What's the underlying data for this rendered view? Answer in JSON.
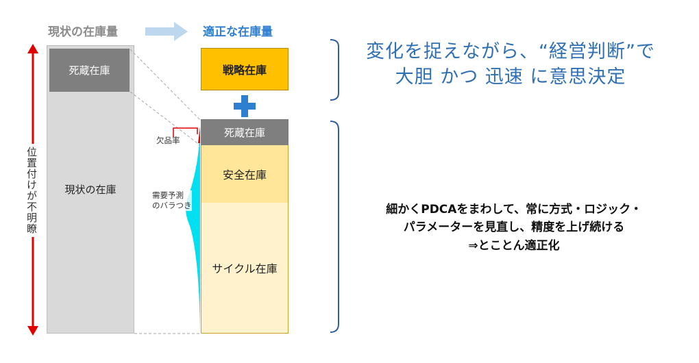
{
  "headers": {
    "current": "現状の在庫量",
    "optimal": "適正な在庫量"
  },
  "left_axis_label": "位置付けが不明瞭",
  "current_column": {
    "dead_stock": "死蔵在庫",
    "current_stock": "現状の在庫"
  },
  "optimal_column": {
    "strategic": "戦略在庫",
    "dead_stock": "死蔵在庫",
    "safety": "安全在庫",
    "cycle": "サイクル在庫"
  },
  "annotations": {
    "stockout_rate": "欠品率",
    "demand_variation_line1": "需要予測",
    "demand_variation_line2": "のバラつき"
  },
  "message_top": {
    "line1": "変化を捉えながら、“経営判断”で",
    "line2": "大胆 かつ 迅速 に意思決定"
  },
  "message_bottom": {
    "line1": "細かくPDCAをまわして、常に方式・ロジック・",
    "line2": "パラメーターを見直し、精度を上げ続ける",
    "line3": "⇒とことん適正化"
  },
  "colors": {
    "header_blue": "#2f7fd0",
    "strategic": "#ffc000",
    "safety": "#ffe699",
    "cycle": "#fff2cc",
    "dead": "#7f7f7f",
    "current": "#d9d9d9",
    "plus": "#2f7fd0",
    "arrow_red": "#e00000",
    "brace_blue": "#2f5f9f",
    "bell_cyan": "#00e0f0"
  }
}
